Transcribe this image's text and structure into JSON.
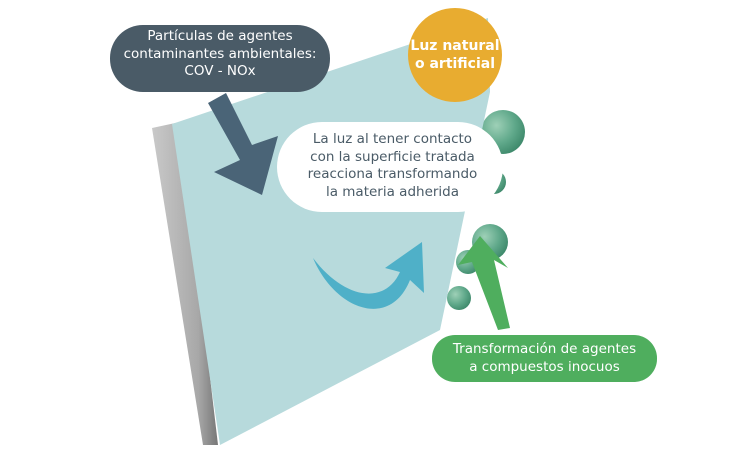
{
  "callouts": {
    "particles": {
      "lines": [
        "Partículas de agentes",
        "contaminantes ambientales:",
        "COV - NOx"
      ]
    },
    "light": {
      "lines": [
        "Luz natural",
        "o artificial"
      ]
    },
    "reaction": {
      "lines": [
        "La luz al tener contacto",
        "con la superficie tratada",
        "reacciona transformando",
        "la materia adherida"
      ]
    },
    "transformation": {
      "lines": [
        "Transformación de agentes",
        "a compuestos inocuos"
      ]
    }
  },
  "colors": {
    "panel": "#b7dadc",
    "edge": "#a9a9a9",
    "dark": "#4a5b67",
    "arrow_dark": "#4a6477",
    "sun": "#e8ac30",
    "blue_arrow": "#4fb0c8",
    "green": "#4fae5e",
    "sphere": "#5fa88a"
  }
}
